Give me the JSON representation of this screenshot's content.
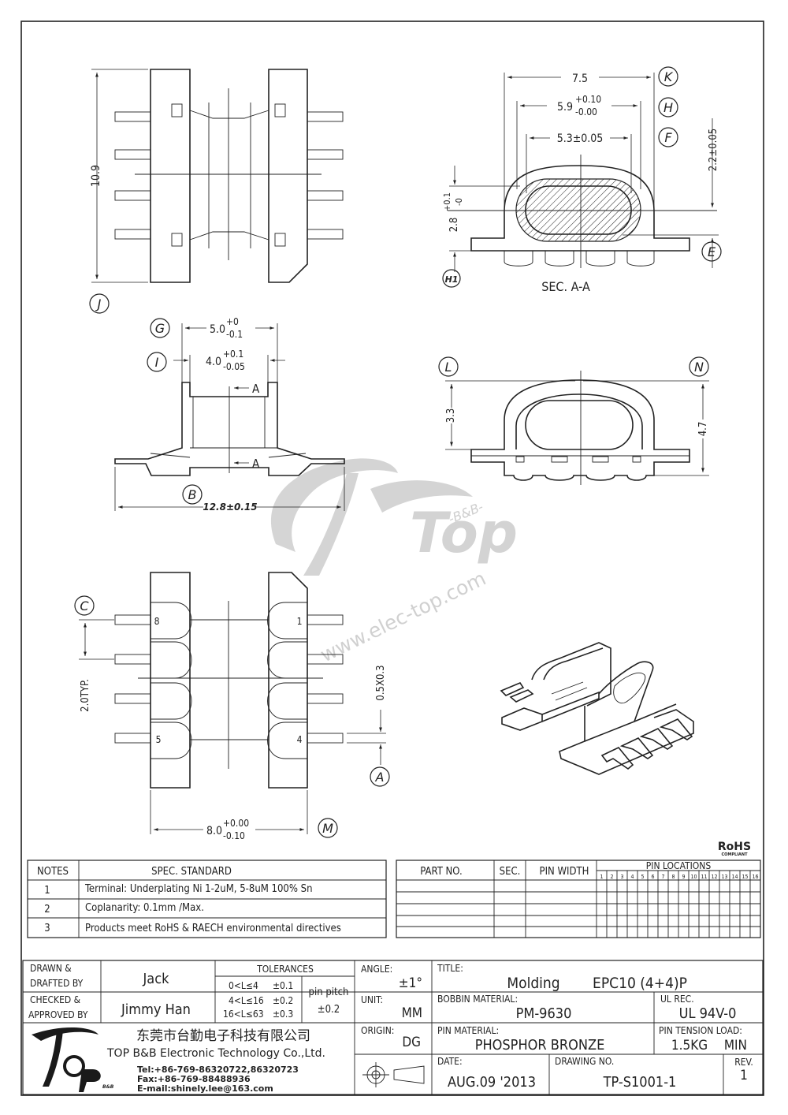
{
  "views": {
    "top": {
      "dim_height": "10.9",
      "label_J": "J"
    },
    "section": {
      "dim_width": "7.5",
      "dim_inner_main": "5.9",
      "dim_inner_tol_plus": "+0.10",
      "dim_inner_tol_minus": "-0.00",
      "dim_core": "5.3±0.05",
      "dim_right": "2.2±0.05",
      "dim_left_main": "2.8",
      "dim_left_tol_plus": "+0.1",
      "dim_left_tol_minus": "-0",
      "caption": "SEC. A-A",
      "label_K": "K",
      "label_H": "H",
      "label_F": "F",
      "label_E": "E",
      "label_H1": "H1"
    },
    "side": {
      "dim_outer_main": "5.0",
      "dim_outer_tol_plus": "+0",
      "dim_outer_tol_minus": "-0.1",
      "dim_inner_main": "4.0",
      "dim_inner_tol_plus": "+0.1",
      "dim_inner_tol_minus": "-0.05",
      "section_mark": "A",
      "dim_total": "12.8±0.15",
      "label_G": "G",
      "label_I": "I",
      "label_B": "B"
    },
    "front": {
      "dim_left": "3.3",
      "dim_right": "4.7",
      "label_L": "L",
      "label_N": "N"
    },
    "bottom": {
      "pin_labels": [
        "8",
        "1",
        "5",
        "4"
      ],
      "dim_pitch": "2.0TYP.",
      "dim_pin": "0.5X0.3",
      "dim_width_main": "8.0",
      "dim_width_tol_plus": "+0.00",
      "dim_width_tol_minus": "-0.10",
      "label_C": "C",
      "label_A": "A",
      "label_M": "M"
    }
  },
  "watermark": {
    "logo_text": "Top",
    "brand": "-B&B-",
    "url": "www.elec-top.com"
  },
  "rohs": {
    "mark": "RoHS",
    "sub": "COMPLIANT"
  },
  "notes": {
    "header_no": "NOTES",
    "header_spec": "SPEC. STANDARD",
    "rows": [
      {
        "no": "1",
        "text": "Terminal: Underplating Ni 1-2uM, 5-8uM 100% Sn"
      },
      {
        "no": "2",
        "text": "Coplanarity: 0.1mm /Max."
      },
      {
        "no": "3",
        "text": "Products meet RoHS & RAECH environmental directives"
      }
    ]
  },
  "parts_table": {
    "header_part": "PART NO.",
    "header_sec": "SEC.",
    "header_pin_width": "PIN WIDTH",
    "header_pin_locations": "PIN LOCATIONS",
    "pin_numbers": [
      "1",
      "2",
      "3",
      "4",
      "5",
      "6",
      "7",
      "8",
      "9",
      "10",
      "11",
      "12",
      "13",
      "14",
      "15",
      "16"
    ]
  },
  "title_block": {
    "drawn_label": "DRAWN &\nDRAFTED BY",
    "drawn_l1": "DRAWN &",
    "drawn_l2": "DRAFTED BY",
    "drawn_by": "Jack",
    "checked_l1": "CHECKED &",
    "checked_l2": "APPROVED BY",
    "checked_by": "Jimmy Han",
    "tolerances_header": "TOLERANCES",
    "tol_rows": [
      {
        "range": "0<L≤4",
        "tol": "±0.1"
      },
      {
        "range": "4<L≤16",
        "tol": "±0.2"
      },
      {
        "range": "16<L≤63",
        "tol": "±0.3"
      }
    ],
    "pin_pitch_label": "pin pitch",
    "pin_pitch_tol": "±0.2",
    "angle_label": "ANGLE:",
    "angle_value": "±1°",
    "unit_label": "UNIT:",
    "unit_value": "MM",
    "origin_label": "ORIGIN:",
    "origin_value": "DG",
    "title_label": "TITLE:",
    "title_a": "Molding",
    "title_b": "EPC10 (4+4)P",
    "bobbin_label": "BOBBIN MATERIAL:",
    "bobbin_value": "PM-9630",
    "ul_label": "UL REC.",
    "ul_value": "UL 94V-0",
    "pin_material_label": "PIN MATERIAL:",
    "pin_material_value": "PHOSPHOR BRONZE",
    "pin_tension_label": "PIN TENSION LOAD:",
    "pin_tension_value": "1.5KG",
    "pin_tension_min": "MIN",
    "date_label": "DATE:",
    "date_value": "AUG.09 '2013",
    "drawing_label": "DRAWING NO.",
    "drawing_value": "TP-S1001-1",
    "rev_label": "REV.",
    "rev_value": "1",
    "company_cn": "东莞市台勤电子科技有限公司",
    "company_en": "TOP B&B Electronic Technology Co.,Ltd.",
    "tel": "Tel:+86-769-86320722,86320723",
    "fax": "Fax:+86-769-88488936",
    "email": "E-mail:shinely.lee@163.com",
    "logo_small": "B&B"
  }
}
